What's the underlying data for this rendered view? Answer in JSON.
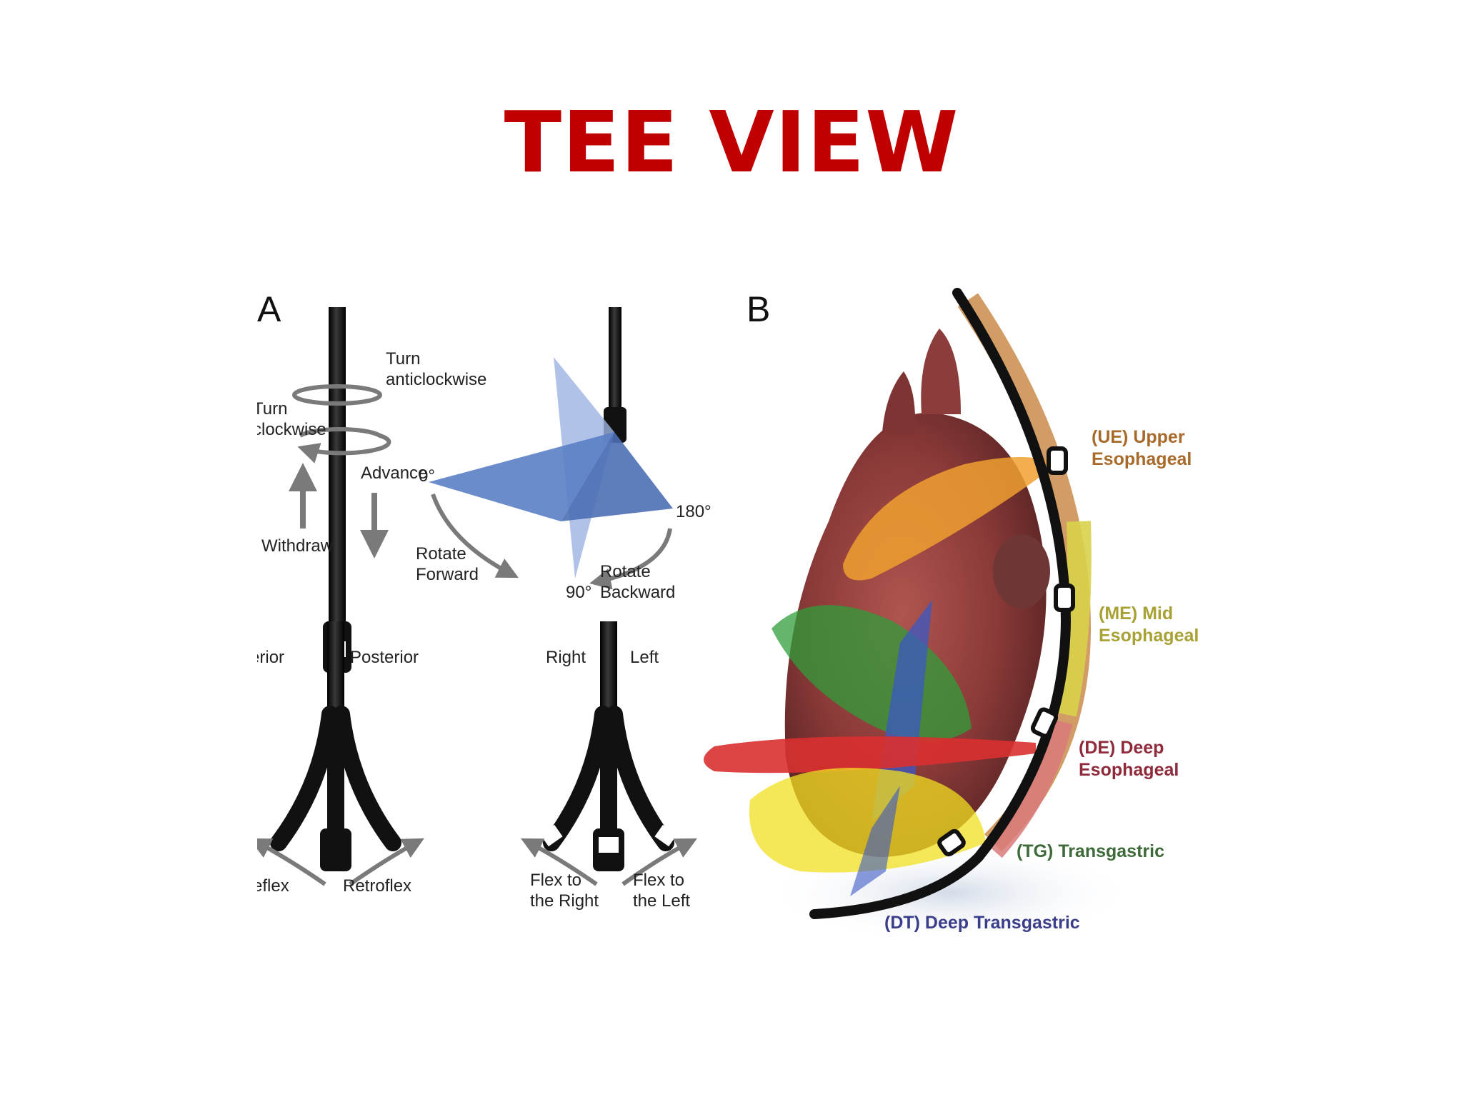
{
  "slide": {
    "title": "TEE VIEW"
  },
  "panel_a": {
    "letter": "A",
    "turn_anticlockwise": [
      "Turn",
      "anticlockwise"
    ],
    "turn_clockwise": [
      "Turn",
      "clockwise"
    ],
    "advance": "Advance",
    "withdraw": "Withdraw",
    "angle_0": "0°",
    "angle_180": "180°",
    "angle_90": "90°",
    "rotate_forward": [
      "Rotate",
      "Forward"
    ],
    "rotate_backward": [
      "Rotate",
      "Backward"
    ],
    "anterior": "Anterior",
    "posterior": "Posterior",
    "anteflex": "Anteflex",
    "retroflex": "Retroflex",
    "right": "Right",
    "left": "Left",
    "flex_right": [
      "Flex to",
      "the Right"
    ],
    "flex_left": [
      "Flex to",
      "the Left"
    ]
  },
  "panel_b": {
    "letter": "B",
    "levels": [
      {
        "lines": [
          "(UE) Upper",
          "Esophageal"
        ],
        "color": "#a86a2a"
      },
      {
        "lines": [
          "(ME) Mid",
          "Esophageal"
        ],
        "color": "#a8a236"
      },
      {
        "lines": [
          "(DE) Deep",
          "Esophageal"
        ],
        "color": "#8e2a3a"
      },
      {
        "lines": [
          "(TG) Transgastric"
        ],
        "color": "#3e6a3a"
      },
      {
        "lines": [
          "(DT) Deep Transgastric"
        ],
        "color": "#3a3d8a"
      }
    ]
  },
  "colors": {
    "title": "#c00000",
    "probe": "#111111",
    "arrow": "#7a7a7a",
    "plane_blue": "#5b7fc4",
    "plane_orange": "#f0a030",
    "plane_green": "#2f9e3a",
    "plane_red": "#d93030",
    "plane_yellow": "#f2e020",
    "heart": "#8a3a38"
  }
}
